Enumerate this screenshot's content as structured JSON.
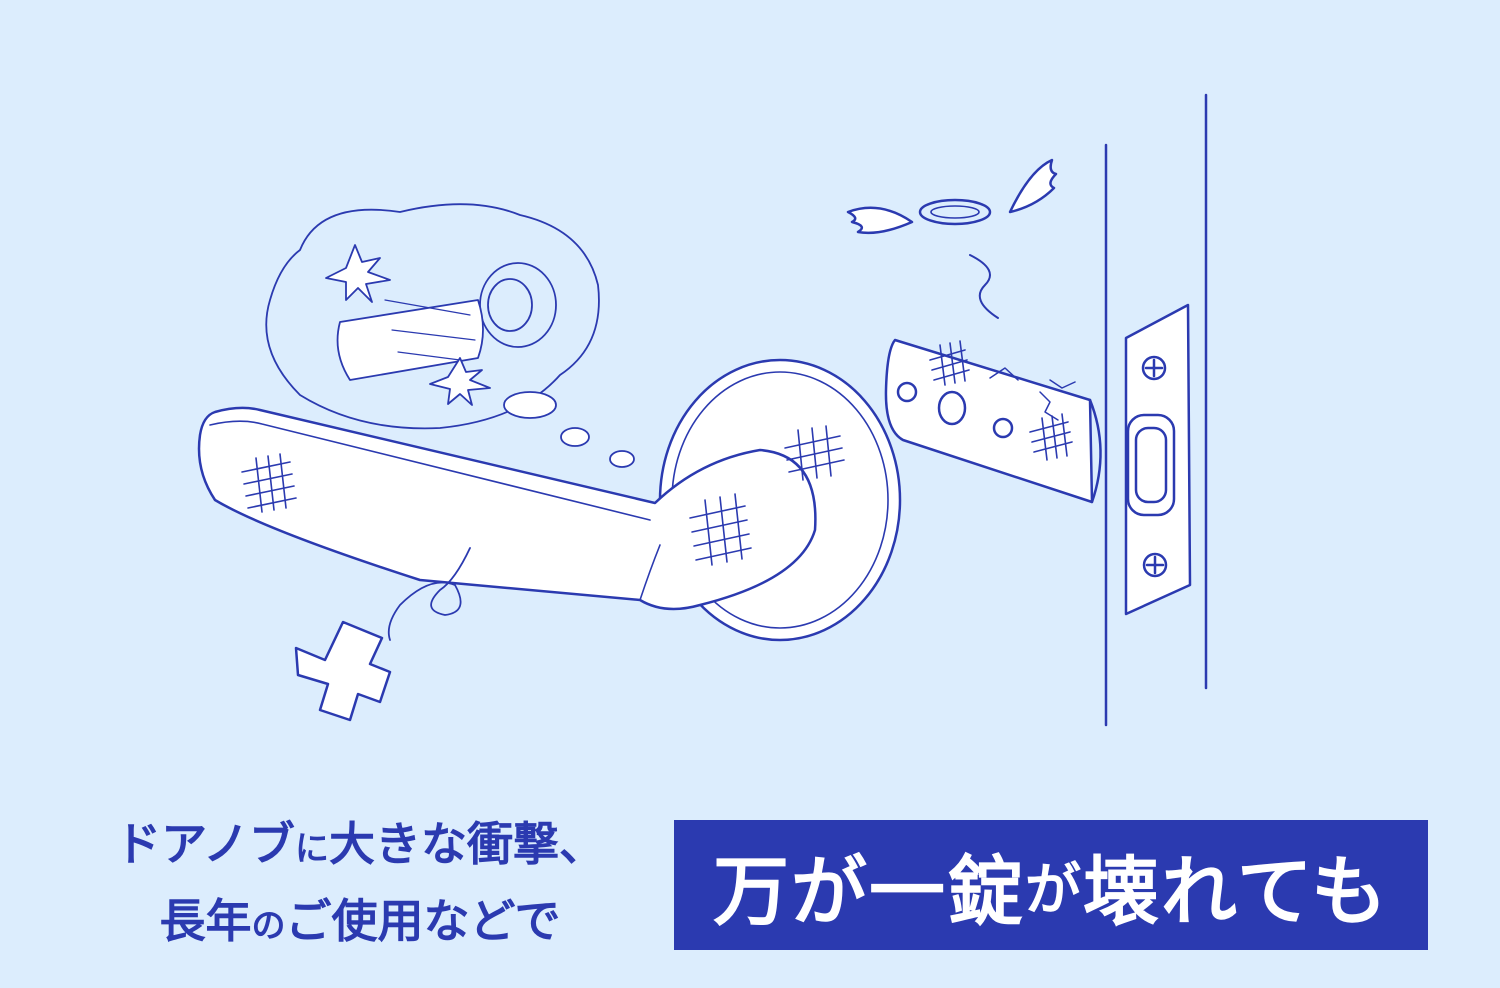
{
  "caption": {
    "line1": {
      "part1": "ドアノブ",
      "part2": "に",
      "part3": "大きな衝撃、"
    },
    "line2": {
      "part1": "長年",
      "part2": "の",
      "part3": "ご使用などで"
    },
    "headline": {
      "part1": "万が一錠",
      "part2": "が",
      "part3": "壊れても"
    }
  },
  "colors": {
    "background": "#dcedfd",
    "line": "#2b3ab0",
    "fill": "#ffffff",
    "headline_box": "#2b3ab0"
  },
  "icons": [
    "door-lever-handle",
    "thought-bubble",
    "sparkle-icon",
    "angel-halo-icon",
    "angel-wing-icon",
    "bandage-cross-icon",
    "latch-bolt",
    "strike-plate",
    "screw-icon"
  ]
}
